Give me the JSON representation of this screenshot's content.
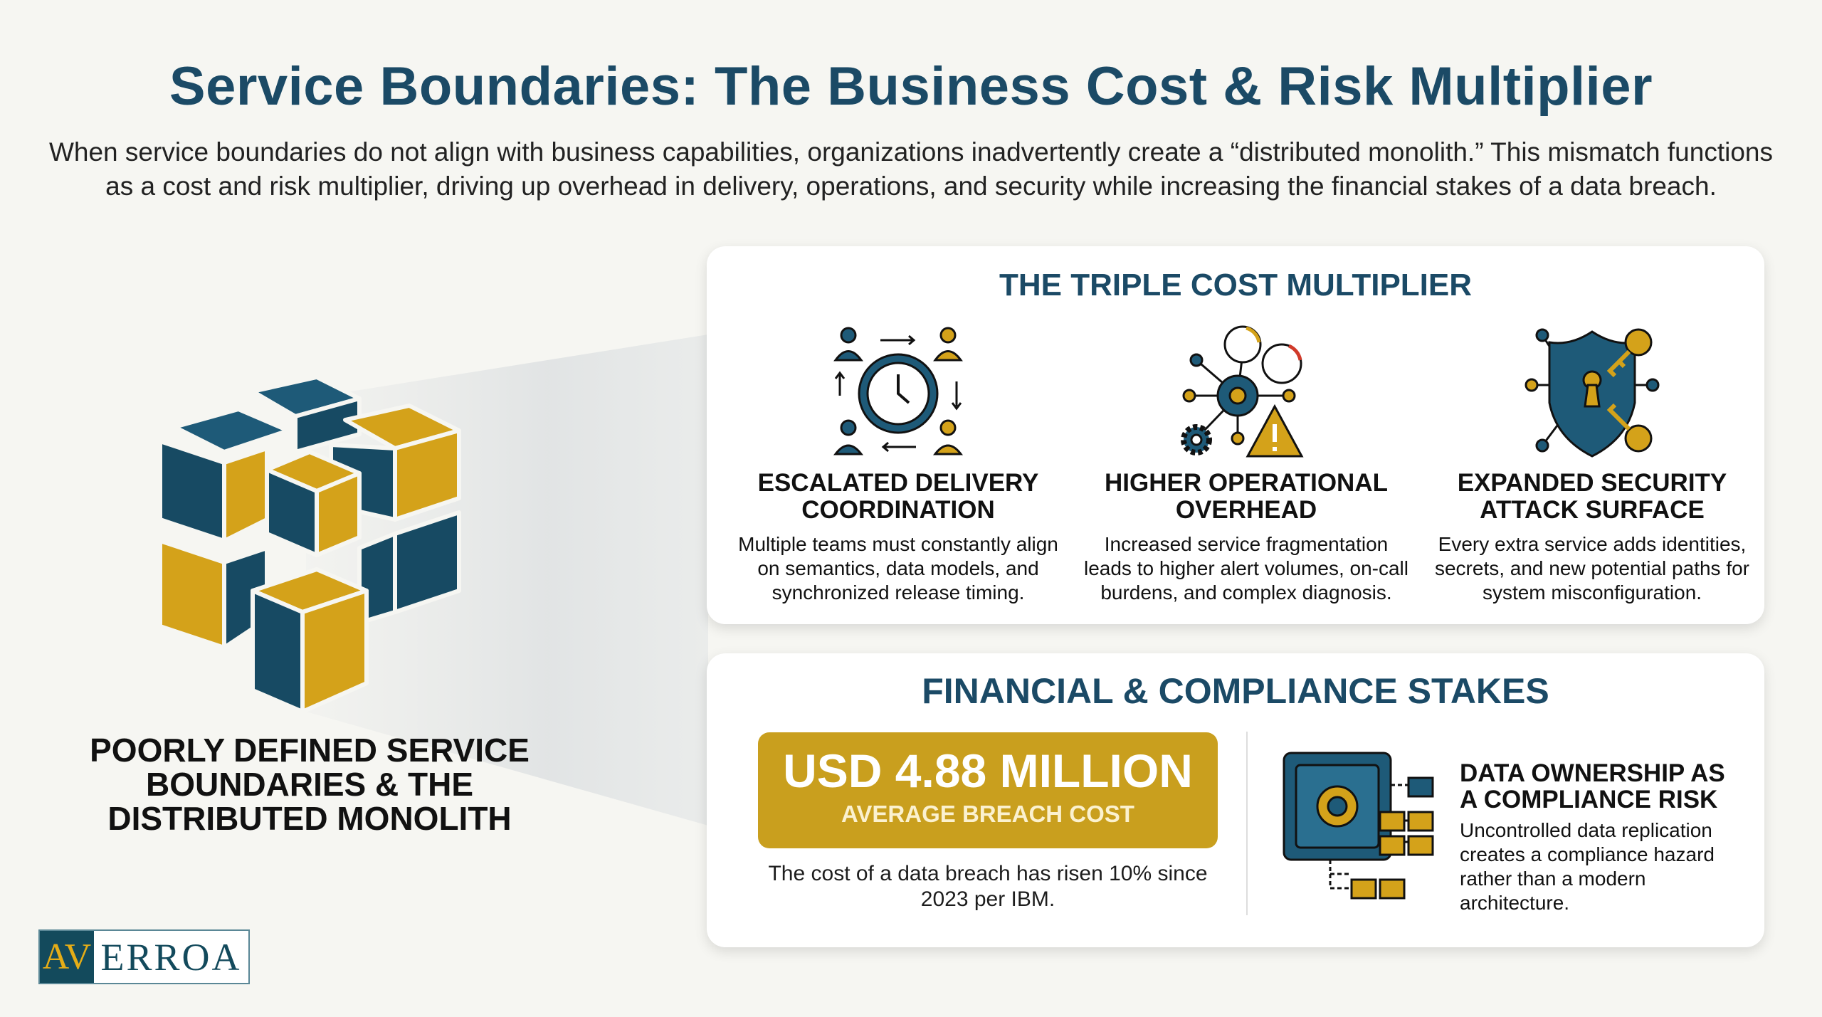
{
  "header": {
    "title": "Service Boundaries: The Business Cost & Risk Multiplier",
    "subtitle": "When service boundaries do not align with business capabilities, organizations inadvertently create a “distributed monolith.” This mismatch functions as a cost and risk multiplier, driving up overhead in delivery, operations, and security while increasing the financial stakes of a data breach."
  },
  "left": {
    "caption": "POORLY DEFINED SERVICE BOUNDARIES & THE DISTRIBUTED MONOLITH",
    "icon": "broken-cube-icon"
  },
  "logo": {
    "prefix": "AV",
    "rest": "ERROA"
  },
  "triple": {
    "title": "THE TRIPLE COST MULTIPLIER",
    "items": [
      {
        "icon": "team-clock-coordination-icon",
        "heading": "ESCALATED DELIVERY COORDINATION",
        "desc": "Multiple teams must constantly align on semantics, data models, and synchronized release timing."
      },
      {
        "icon": "network-gauges-warning-icon",
        "heading": "HIGHER OPERATIONAL OVERHEAD",
        "desc": "Increased service fragmentation leads to higher alert volumes, on-call burdens, and complex diagnosis."
      },
      {
        "icon": "shield-keys-icon",
        "heading": "EXPANDED SECURITY ATTACK SURFACE",
        "desc": "Every extra service adds identities, secrets, and new potential paths for system misconfiguration."
      }
    ]
  },
  "financial": {
    "title": "FINANCIAL & COMPLIANCE STAKES",
    "cost_value": "USD 4.88 MILLION",
    "cost_label": "AVERAGE BREACH COST",
    "cost_note": "The cost of a data breach has risen 10% since 2023 per IBM.",
    "ownership_icon": "vault-folders-icon",
    "ownership_heading": "DATA OWNERSHIP AS A COMPLIANCE RISK",
    "ownership_desc": "Uncontrolled data replication creates a compliance hazard rather than a modern architecture."
  },
  "colors": {
    "navy": "#1b4a66",
    "teal": "#174a63",
    "gold": "#c99f1e",
    "background": "#f6f6f2"
  }
}
